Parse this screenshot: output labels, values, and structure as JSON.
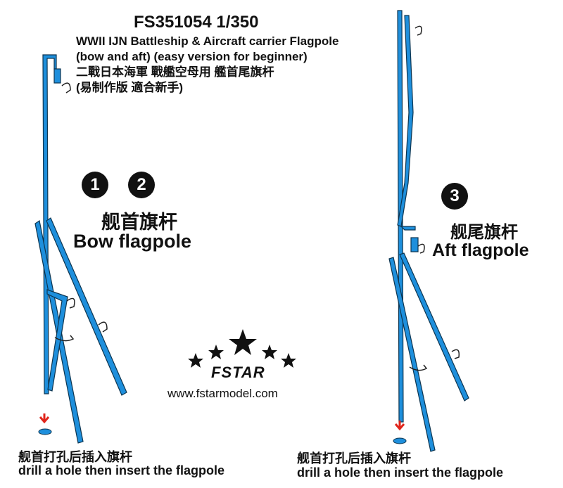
{
  "header": {
    "product_code": "FS351054 1/350",
    "line1": "WWII IJN Battleship & Aircraft carrier Flagpole",
    "line2": "(bow and aft) (easy version for beginner)",
    "line3": "二戰日本海軍 戰艦空母用 艦首尾旗杆",
    "line4": "(易制作版 適合新手)"
  },
  "bow": {
    "badges": [
      "1",
      "2"
    ],
    "title_cn": "舰首旗杆",
    "title_en": "Bow flagpole"
  },
  "aft": {
    "badges": [
      "3"
    ],
    "title_cn": "舰尾旗杆",
    "title_en": "Aft flagpole"
  },
  "logo": {
    "brand": "FSTAR",
    "url": "www.fstarmodel.com"
  },
  "instructions": {
    "left_cn": "舰首打孔后插入旗杆",
    "left_en": "drill a hole then insert the flagpole",
    "right_cn": "舰首打孔后插入旗杆",
    "right_en": "drill a hole then insert the flagpole"
  },
  "colors": {
    "pole": "#1e8fdc",
    "outline": "#0d3550",
    "arrow": "#e0251b"
  }
}
